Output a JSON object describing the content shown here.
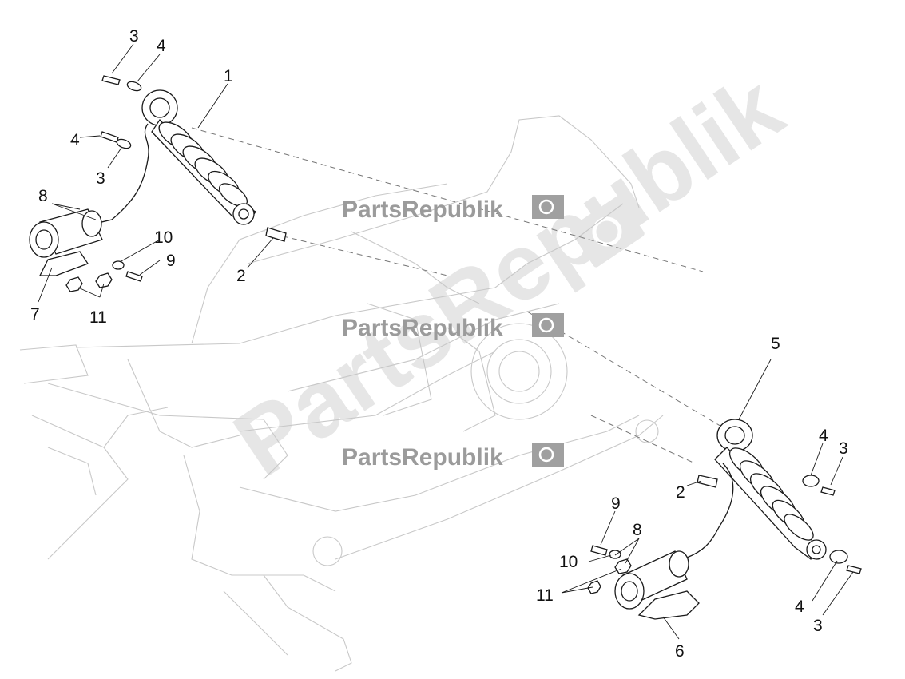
{
  "callouts": {
    "c1": "1",
    "c2a": "2",
    "c2b": "2",
    "c3a": "3",
    "c3b": "3",
    "c3c": "3",
    "c3d": "3",
    "c4a": "4",
    "c4b": "4",
    "c4c": "4",
    "c4d": "4",
    "c5": "5",
    "c6": "6",
    "c7": "7",
    "c8a": "8",
    "c8b": "8",
    "c9a": "9",
    "c9b": "9",
    "c10a": "10",
    "c10b": "10",
    "c11a": "11",
    "c11b": "11"
  },
  "watermarks": {
    "small": "PartsRepublik",
    "diagonal": "PartsRepublik"
  },
  "icons": {
    "watermark_logo": "gear-flag-icon"
  }
}
